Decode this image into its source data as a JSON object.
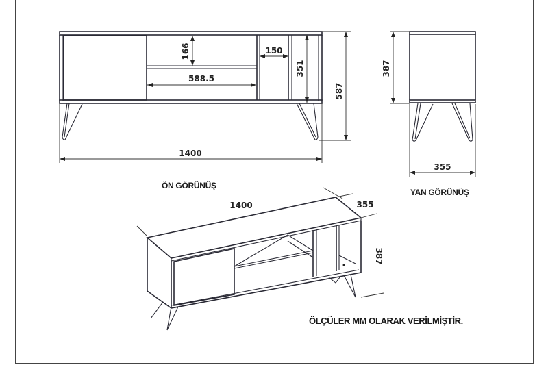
{
  "front_view": {
    "caption": "ÖN GÖRÜNÜŞ",
    "dimensions": {
      "total_width": "1400",
      "total_height": "587",
      "shelf_height": "166",
      "shelf_width": "588.5",
      "compartment_width": "150",
      "compartment_height": "351"
    }
  },
  "side_view": {
    "caption": "YAN GÖRÜNÜŞ",
    "dimensions": {
      "body_height": "387",
      "depth": "355"
    }
  },
  "perspective_view": {
    "dimensions": {
      "width": "1400",
      "depth": "355",
      "body_height": "387"
    }
  },
  "note": "ÖLÇÜLER MM OLARAK VERİLMİŞTİR.",
  "colors": {
    "line": "#2a2a35",
    "border": "#444444",
    "background": "#ffffff"
  }
}
